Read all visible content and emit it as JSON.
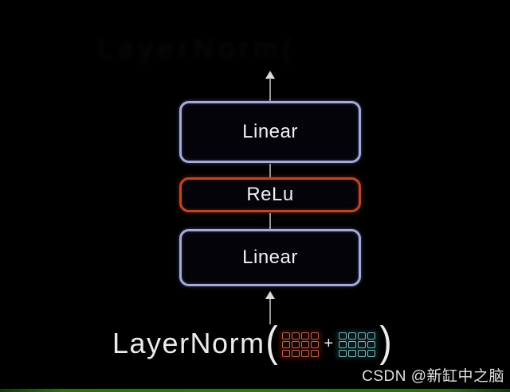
{
  "diagram": {
    "nodes": [
      {
        "id": "linear-top",
        "label": "Linear",
        "border_color": "#a3aade"
      },
      {
        "id": "relu",
        "label": "ReLu",
        "border_color": "#bf4527"
      },
      {
        "id": "linear-bottom",
        "label": "Linear",
        "border_color": "#a3aade"
      }
    ],
    "flow_direction": "bottom-to-top",
    "formula": {
      "function_name": "LayerNorm",
      "open_paren": "(",
      "plus_sign": "+",
      "close_paren": ")",
      "input_matrix": {
        "columns": 4,
        "rows": 3,
        "cell_border": "#c2614b",
        "cell_bg": "#1a0704"
      },
      "residual_matrix": {
        "columns": 4,
        "rows": 3,
        "cell_border": "#7db8bc",
        "cell_bg": "#07191b"
      }
    },
    "ghost_text": "LayerNorm("
  },
  "watermark": {
    "text": "CSDN @新缸中之脑"
  },
  "colors": {
    "background": "#000000",
    "linear_border": "#a3aade",
    "relu_border": "#bf4527",
    "node_text": "#f1f1f1",
    "connector_line": "#989898",
    "arrowhead": "#dadada",
    "formula_text": "#ececec",
    "red_matrix": "#c2614b",
    "teal_matrix": "#7db8bc",
    "footer_bar": "#2b6e13"
  }
}
